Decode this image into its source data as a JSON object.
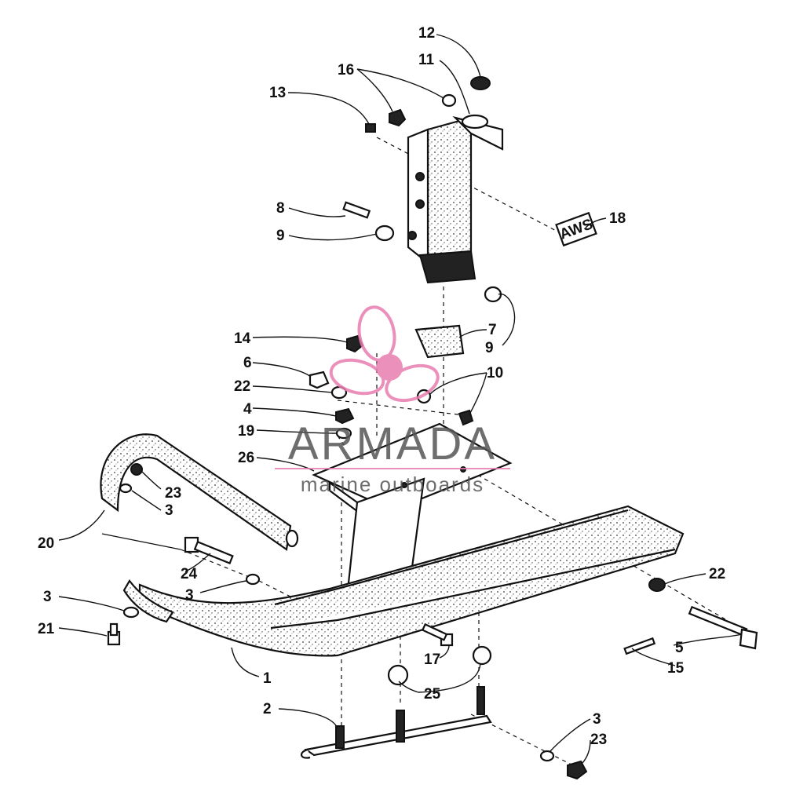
{
  "diagram": {
    "callouts": [
      "12",
      "11",
      "16",
      "13",
      "8",
      "9",
      "18",
      "14",
      "7",
      "9",
      "6",
      "10",
      "22",
      "4",
      "19",
      "26",
      "23",
      "3",
      "20",
      "24",
      "3",
      "22",
      "3",
      "21",
      "17",
      "5",
      "15",
      "1",
      "25",
      "2",
      "3",
      "23"
    ],
    "watermark": {
      "brand": "ARMADA",
      "tagline": "marine outboards",
      "brand_color": "#e87db0"
    },
    "decal_text": "AWS"
  }
}
